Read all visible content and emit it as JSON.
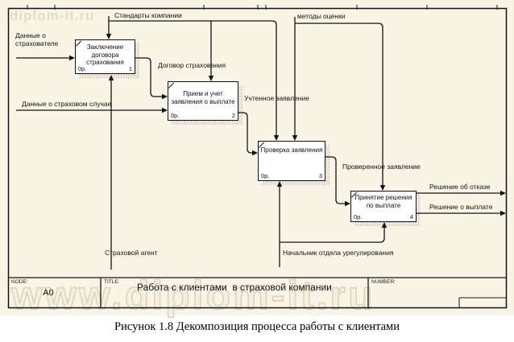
{
  "watermark": {
    "top_text": "diplom-it.ru",
    "bottom_text": "www.diplom-it.ru"
  },
  "diagram": {
    "boxes": [
      {
        "title": "Заключение\nдоговора\nстрахования",
        "code": "0р.",
        "num": "1"
      },
      {
        "title": "Прием и учет\nзаявления о выплате",
        "code": "0р.",
        "num": "2"
      },
      {
        "title": "Проверка заявления",
        "code": "0р.",
        "num": "3"
      },
      {
        "title": "Принятие решения\nпо выплате",
        "code": "0р.",
        "num": "4"
      }
    ],
    "arrow_labels": {
      "company_standards": "Стандарты компании",
      "evaluation_methods": "методы оценки",
      "insured_data": "Данные о\nстрахователе",
      "claim_event_data": "Данные о страховом случае",
      "insurance_contract": "Договор страхования",
      "registered_claim": "Учтенное заявление",
      "verified_claim": "Проверенное заявление",
      "refusal_decision": "Решение об отказе",
      "payment_decision": "Решение о выплате",
      "insurance_agent": "Страховой агент",
      "settlement_head": "Начальник отдела урегулирования"
    },
    "title_bar": {
      "node_label": "NODE:",
      "node_value": "A0",
      "title_label": "TITLE:",
      "title_value": "Работа с клиентами  в страховой компании",
      "number_label": "NUMBER:"
    }
  },
  "caption": "Рисунок 1.8 Декомпозиция процесса работы с клиентами",
  "colors": {
    "background": "#f8f5e6",
    "line": "#111111",
    "box_fill": "#ffffff",
    "watermark": "#d8d3ba"
  }
}
